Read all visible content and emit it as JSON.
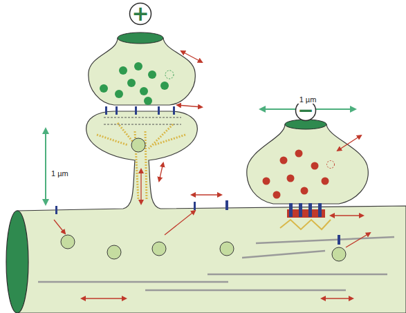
{
  "diagram": {
    "nodes": [
      {
        "text": [
          "+"
        ]
      },
      {
        "text": [
          "−"
        ]
      }
    ],
    "labels": [
      "1 µm",
      "1 µm"
    ]
  }
}
